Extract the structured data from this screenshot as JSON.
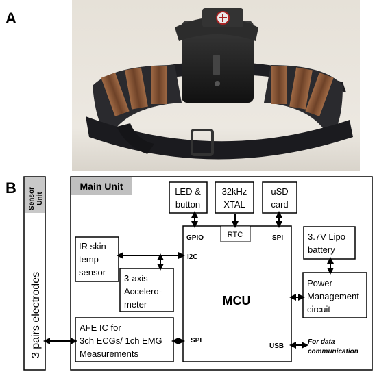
{
  "panels": {
    "a": "A",
    "b": "B"
  },
  "sensor_unit": {
    "header_line1": "Sensor",
    "header_line2": "Unit",
    "electrodes": "3 pairs electrodes"
  },
  "main_unit": {
    "label": "Main Unit"
  },
  "blocks": {
    "led": {
      "line1": "LED &",
      "line2": "button"
    },
    "xtal": {
      "line1": "32kHz",
      "line2": "XTAL"
    },
    "usd": {
      "line1": "uSD",
      "line2": "card"
    },
    "mcu": {
      "label": "MCU",
      "gpio": "GPIO",
      "rtc": "RTC",
      "spi_top": "SPI",
      "i2c": "I2C",
      "spi_bottom": "SPI",
      "usb": "USB"
    },
    "battery": {
      "line1": "3.7V Lipo",
      "line2": "battery"
    },
    "power": {
      "line1": "Power",
      "line2": "Management",
      "line3": "circuit"
    },
    "irskin": {
      "line1": "IR skin",
      "line2": "temp",
      "line3": "sensor"
    },
    "accel": {
      "line1": "3-axis",
      "line2": "Accelero-",
      "line3": "meter"
    },
    "afe": {
      "line1": "AFE IC for",
      "line2": "3ch ECGs/ 1ch EMG",
      "line3": "Measurements"
    }
  },
  "usb_note": {
    "line1": "For data",
    "line2": "communication"
  },
  "colors": {
    "sensor_header": "#c8c8c8",
    "main_label_bg": "#c0c0c0",
    "device_body": "#222222",
    "band": "#2a2a2e",
    "electrode": "#8a5a3a"
  }
}
